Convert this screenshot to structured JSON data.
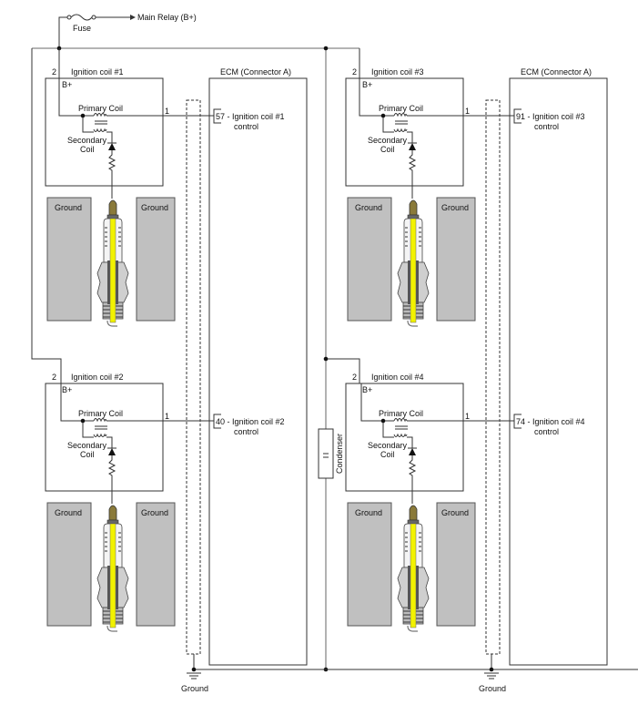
{
  "supply": {
    "fuse_label": "Fuse",
    "relay_label": "Main Relay (B+)"
  },
  "ecm_label": "ECM (Connector A)",
  "ground_label": "Ground",
  "condenser_label": "Condenser",
  "coil_common": {
    "pin_b_plus": "2",
    "pin_control": "1",
    "b_plus_label": "B+",
    "primary_label": "Primary Coil",
    "secondary_label_1": "Secondary",
    "secondary_label_2": "Coil",
    "ground_block_label": "Ground",
    "control_suffix": "control"
  },
  "coils": [
    {
      "name": "Ignition coil #1",
      "ecm_pin": "57",
      "ecm_text": "57 - Ignition coil #1"
    },
    {
      "name": "Ignition coil #2",
      "ecm_pin": "40",
      "ecm_text": "40 - Ignition coil #2"
    },
    {
      "name": "Ignition coil #3",
      "ecm_pin": "91",
      "ecm_text": "91 - Ignition coil #3"
    },
    {
      "name": "Ignition coil #4",
      "ecm_pin": "74",
      "ecm_text": "74 - Ignition coil #4"
    }
  ],
  "colors": {
    "ground_block": "#c0c0c0",
    "plug_core": "#f2f200",
    "wire": "#333333"
  }
}
